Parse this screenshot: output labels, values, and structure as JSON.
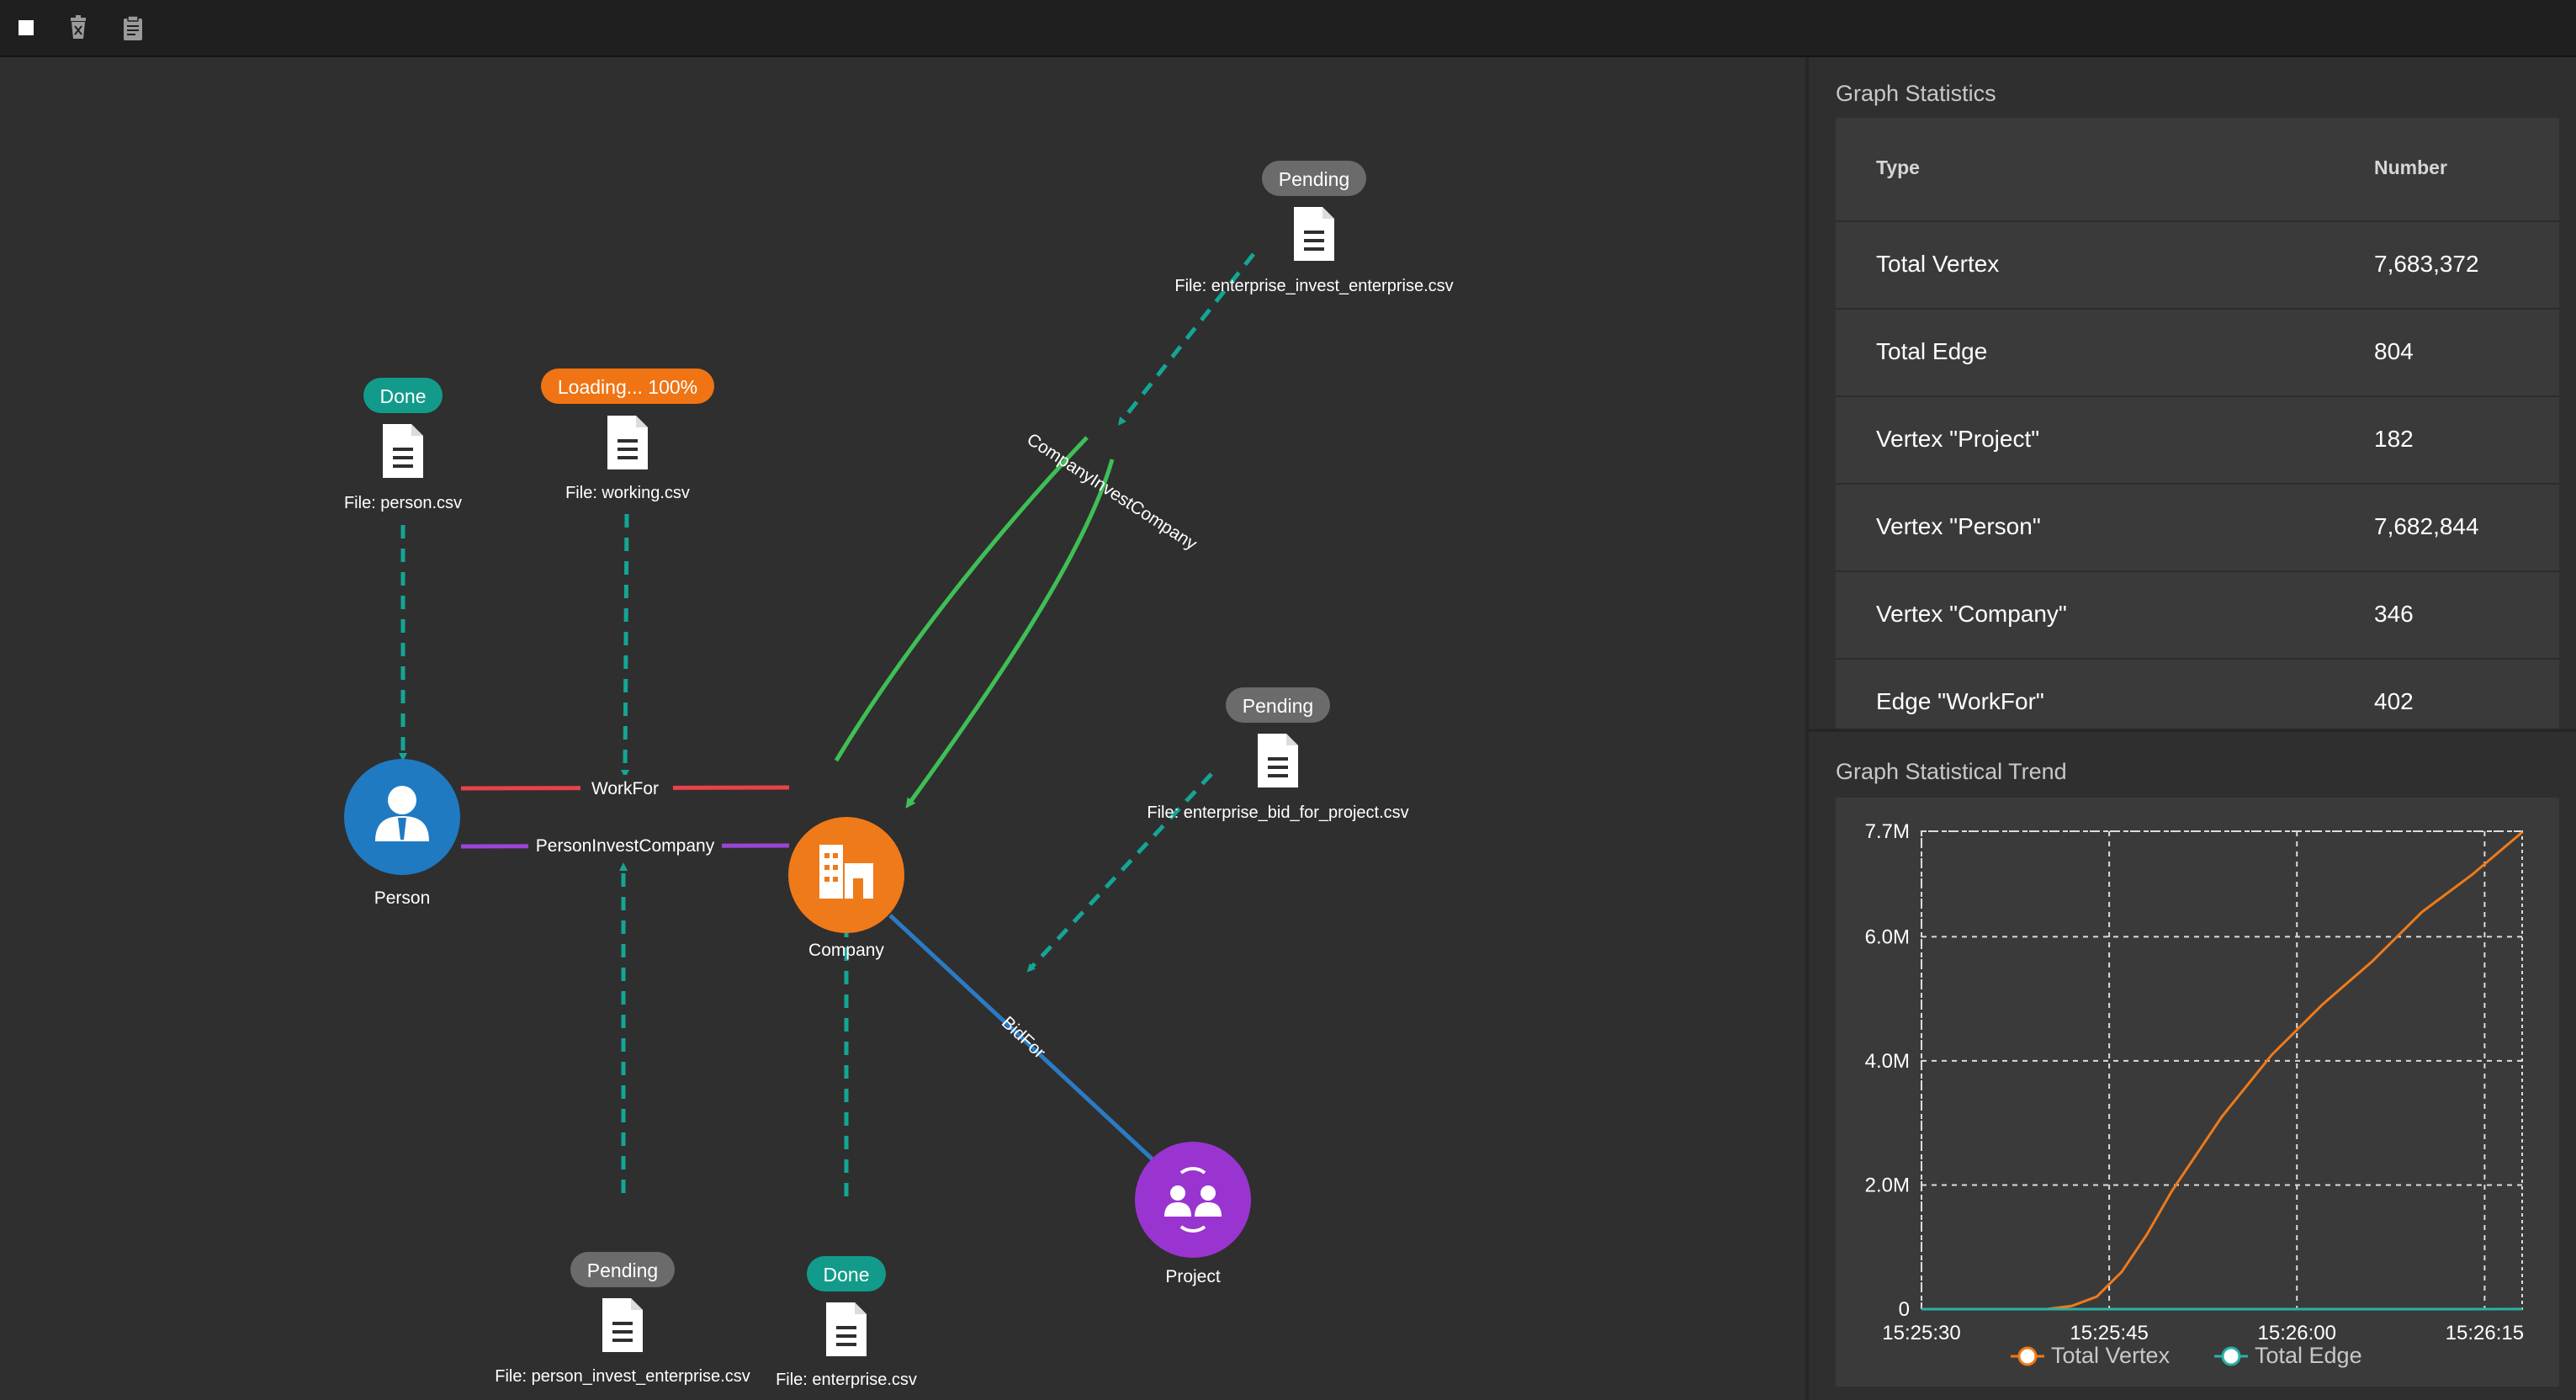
{
  "toolbar": {
    "buttons": [
      {
        "name": "stop-button",
        "icon": "stop-icon"
      },
      {
        "name": "delete-button",
        "icon": "trash-icon"
      },
      {
        "name": "clipboard-button",
        "icon": "clipboard-icon"
      }
    ]
  },
  "graph": {
    "nodes": [
      {
        "id": "person",
        "label": "Person",
        "color": "#1f7ac2",
        "icon": "person-icon"
      },
      {
        "id": "company",
        "label": "Company",
        "color": "#ef7a1a",
        "icon": "building-icon"
      },
      {
        "id": "project",
        "label": "Project",
        "color": "#9a34d0",
        "icon": "team-icon"
      }
    ],
    "edges": [
      {
        "id": "workfor",
        "label": "WorkFor",
        "color": "#e8424a"
      },
      {
        "id": "personinvest",
        "label": "PersonInvestCompany",
        "color": "#9b45d6"
      },
      {
        "id": "companyinvest",
        "label": "CompanyInvestCompany",
        "color": "#3fbf55"
      },
      {
        "id": "bidfor",
        "label": "BidFor",
        "color": "#2b7bc4"
      }
    ],
    "files": [
      {
        "id": "person_csv",
        "label": "File: person.csv",
        "status": "Done"
      },
      {
        "id": "working_csv",
        "label": "File: working.csv",
        "status": "Loading... 100%"
      },
      {
        "id": "eie_csv",
        "label": "File: enterprise_invest_enterprise.csv",
        "status": "Pending"
      },
      {
        "id": "ebfp_csv",
        "label": "File: enterprise_bid_for_project.csv",
        "status": "Pending"
      },
      {
        "id": "pie_csv",
        "label": "File: person_invest_enterprise.csv",
        "status": "Pending"
      },
      {
        "id": "enterprise_csv",
        "label": "File: enterprise.csv",
        "status": "Done"
      }
    ],
    "status_colors": {
      "Done": "#129b8b",
      "Loading": "#f07414",
      "Pending": "#6b6b6b"
    },
    "link_color": "#14a595"
  },
  "stats": {
    "title": "Graph Statistics",
    "header": {
      "type": "Type",
      "number": "Number"
    },
    "rows": [
      {
        "type": "Total Vertex",
        "number": "7,683,372"
      },
      {
        "type": "Total Edge",
        "number": "804"
      },
      {
        "type": "Vertex \"Project\"",
        "number": "182"
      },
      {
        "type": "Vertex \"Person\"",
        "number": "7,682,844"
      },
      {
        "type": "Vertex \"Company\"",
        "number": "346"
      },
      {
        "type": "Edge \"WorkFor\"",
        "number": "402"
      }
    ]
  },
  "trend": {
    "title": "Graph Statistical Trend",
    "chart_data": {
      "type": "line",
      "x_ticks": [
        "15:25:30",
        "15:25:45",
        "15:26:00",
        "15:26:15"
      ],
      "y_ticks": [
        "0",
        "2.0M",
        "4.0M",
        "6.0M",
        "7.7M"
      ],
      "y_tick_values": [
        0,
        2000000,
        4000000,
        6000000,
        7700000
      ],
      "xlim_seconds": [
        0,
        48
      ],
      "ylim": [
        0,
        7700000
      ],
      "grid": true,
      "legend_position": "bottom",
      "series": [
        {
          "name": "Total Vertex",
          "color": "#ef7a1a",
          "x": [
            0,
            10,
            12,
            14,
            16,
            18,
            20,
            24,
            28,
            32,
            36,
            40,
            44,
            48
          ],
          "y": [
            0,
            0,
            50000,
            200000,
            600000,
            1200000,
            1900000,
            3100000,
            4100000,
            4900000,
            5600000,
            6400000,
            7000000,
            7683372
          ]
        },
        {
          "name": "Total Edge",
          "color": "#2ab1a5",
          "x": [
            0,
            12,
            24,
            36,
            48
          ],
          "y": [
            0,
            0,
            200,
            500,
            804
          ]
        }
      ]
    }
  }
}
